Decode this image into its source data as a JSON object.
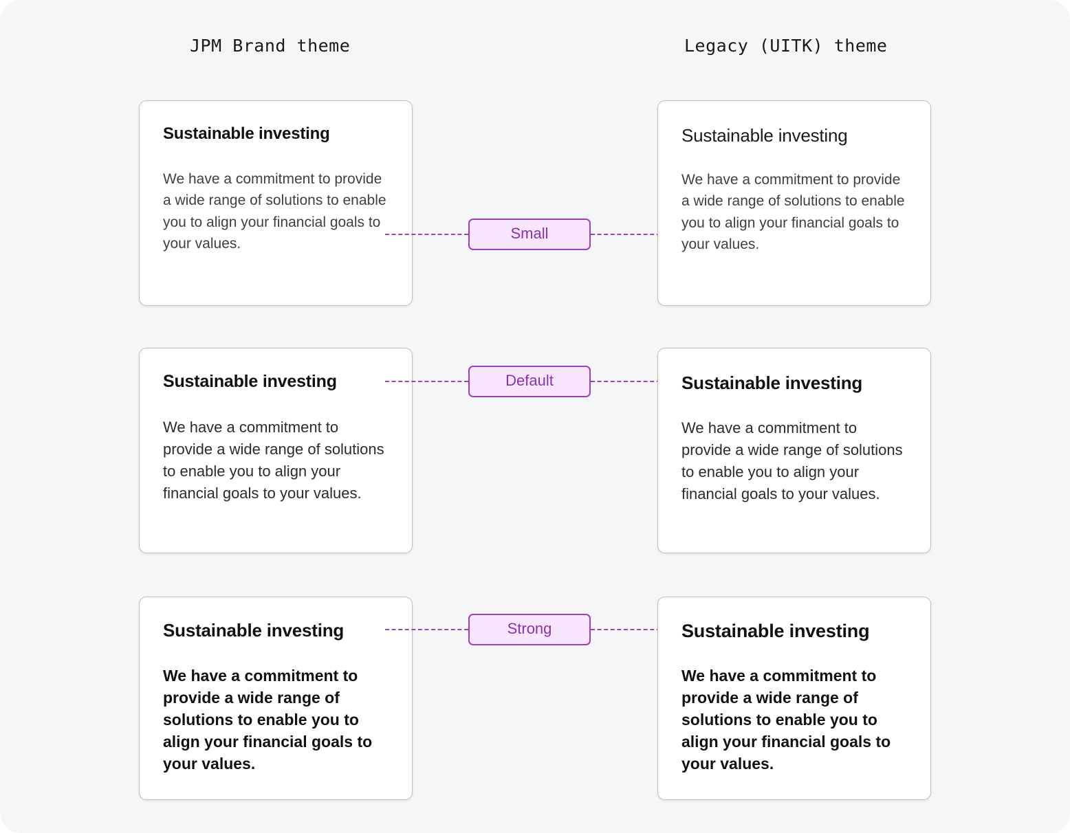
{
  "columns": {
    "left_header": "JPM Brand theme",
    "right_header": "Legacy (UITK) theme"
  },
  "accent": {
    "connector_line": "#9b3fc4",
    "badge_background": "#f7e6fd",
    "badge_border": "#9b3fc4",
    "badge_text": "#8b2fb6",
    "page_background": "#f4f6f8",
    "card_background": "#ffffff",
    "card_border": "#bfbfbf"
  },
  "rows": [
    {
      "badge": "Small",
      "left": {
        "title": "Sustainable investing",
        "body": "We have a commitment to provide a wide range of solutions to enable you to align your financial goals to your values."
      },
      "right": {
        "title": "Sustainable investing",
        "body": "We have a commitment to provide a wide range of solutions to enable you to align your financial goals to your values."
      }
    },
    {
      "badge": "Default",
      "left": {
        "title": "Sustainable investing",
        "body": "We have a commitment to provide a wide range of solutions to enable you to align your financial goals to your values."
      },
      "right": {
        "title": "Sustainable investing",
        "body": "We have a commitment to provide a wide range of solutions to enable you to align your financial goals to your values."
      }
    },
    {
      "badge": "Strong",
      "left": {
        "title": "Sustainable investing",
        "body": "We have a commitment to provide a wide range of solutions to enable you to align your financial goals to your values."
      },
      "right": {
        "title": "Sustainable investing",
        "body": "We have a commitment to provide a wide range of solutions to enable you to align your financial goals to your values."
      }
    }
  ]
}
